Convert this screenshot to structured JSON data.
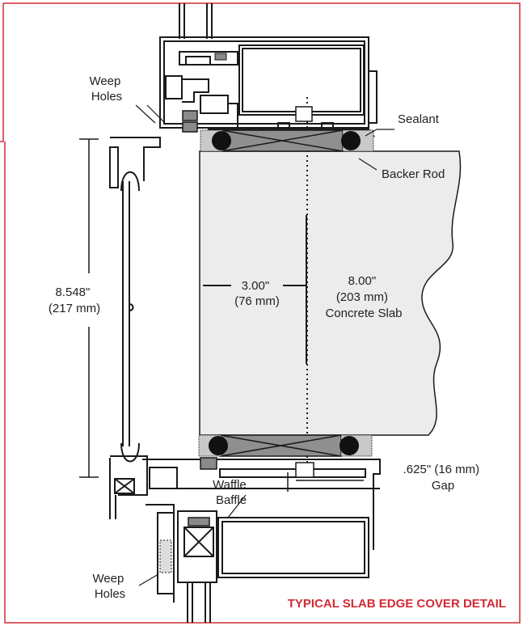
{
  "diagram": {
    "caption": "TYPICAL SLAB EDGE COVER DETAIL",
    "labels": {
      "weep_holes_top": [
        "Weep",
        "Holes"
      ],
      "weep_holes_bottom": [
        "Weep",
        "Holes"
      ],
      "sealant": "Sealant",
      "backer_rod": "Backer Rod",
      "height_dim": [
        "8.548\"",
        "(217 mm)"
      ],
      "setback_dim": [
        "3.00\"",
        "(76 mm)"
      ],
      "slab_dim": [
        "8.00\"",
        "(203 mm)",
        "Concrete Slab"
      ],
      "waffle_baffle": [
        "Waffle",
        "Baffle"
      ],
      "gap_dim": [
        ".625\" (16 mm)",
        "Gap"
      ]
    },
    "colors": {
      "frame": "#d12b36",
      "caption": "#d12b36",
      "slab": "#ececec",
      "line": "#1a1a1a",
      "fill_block": "#9a9a9a"
    }
  }
}
